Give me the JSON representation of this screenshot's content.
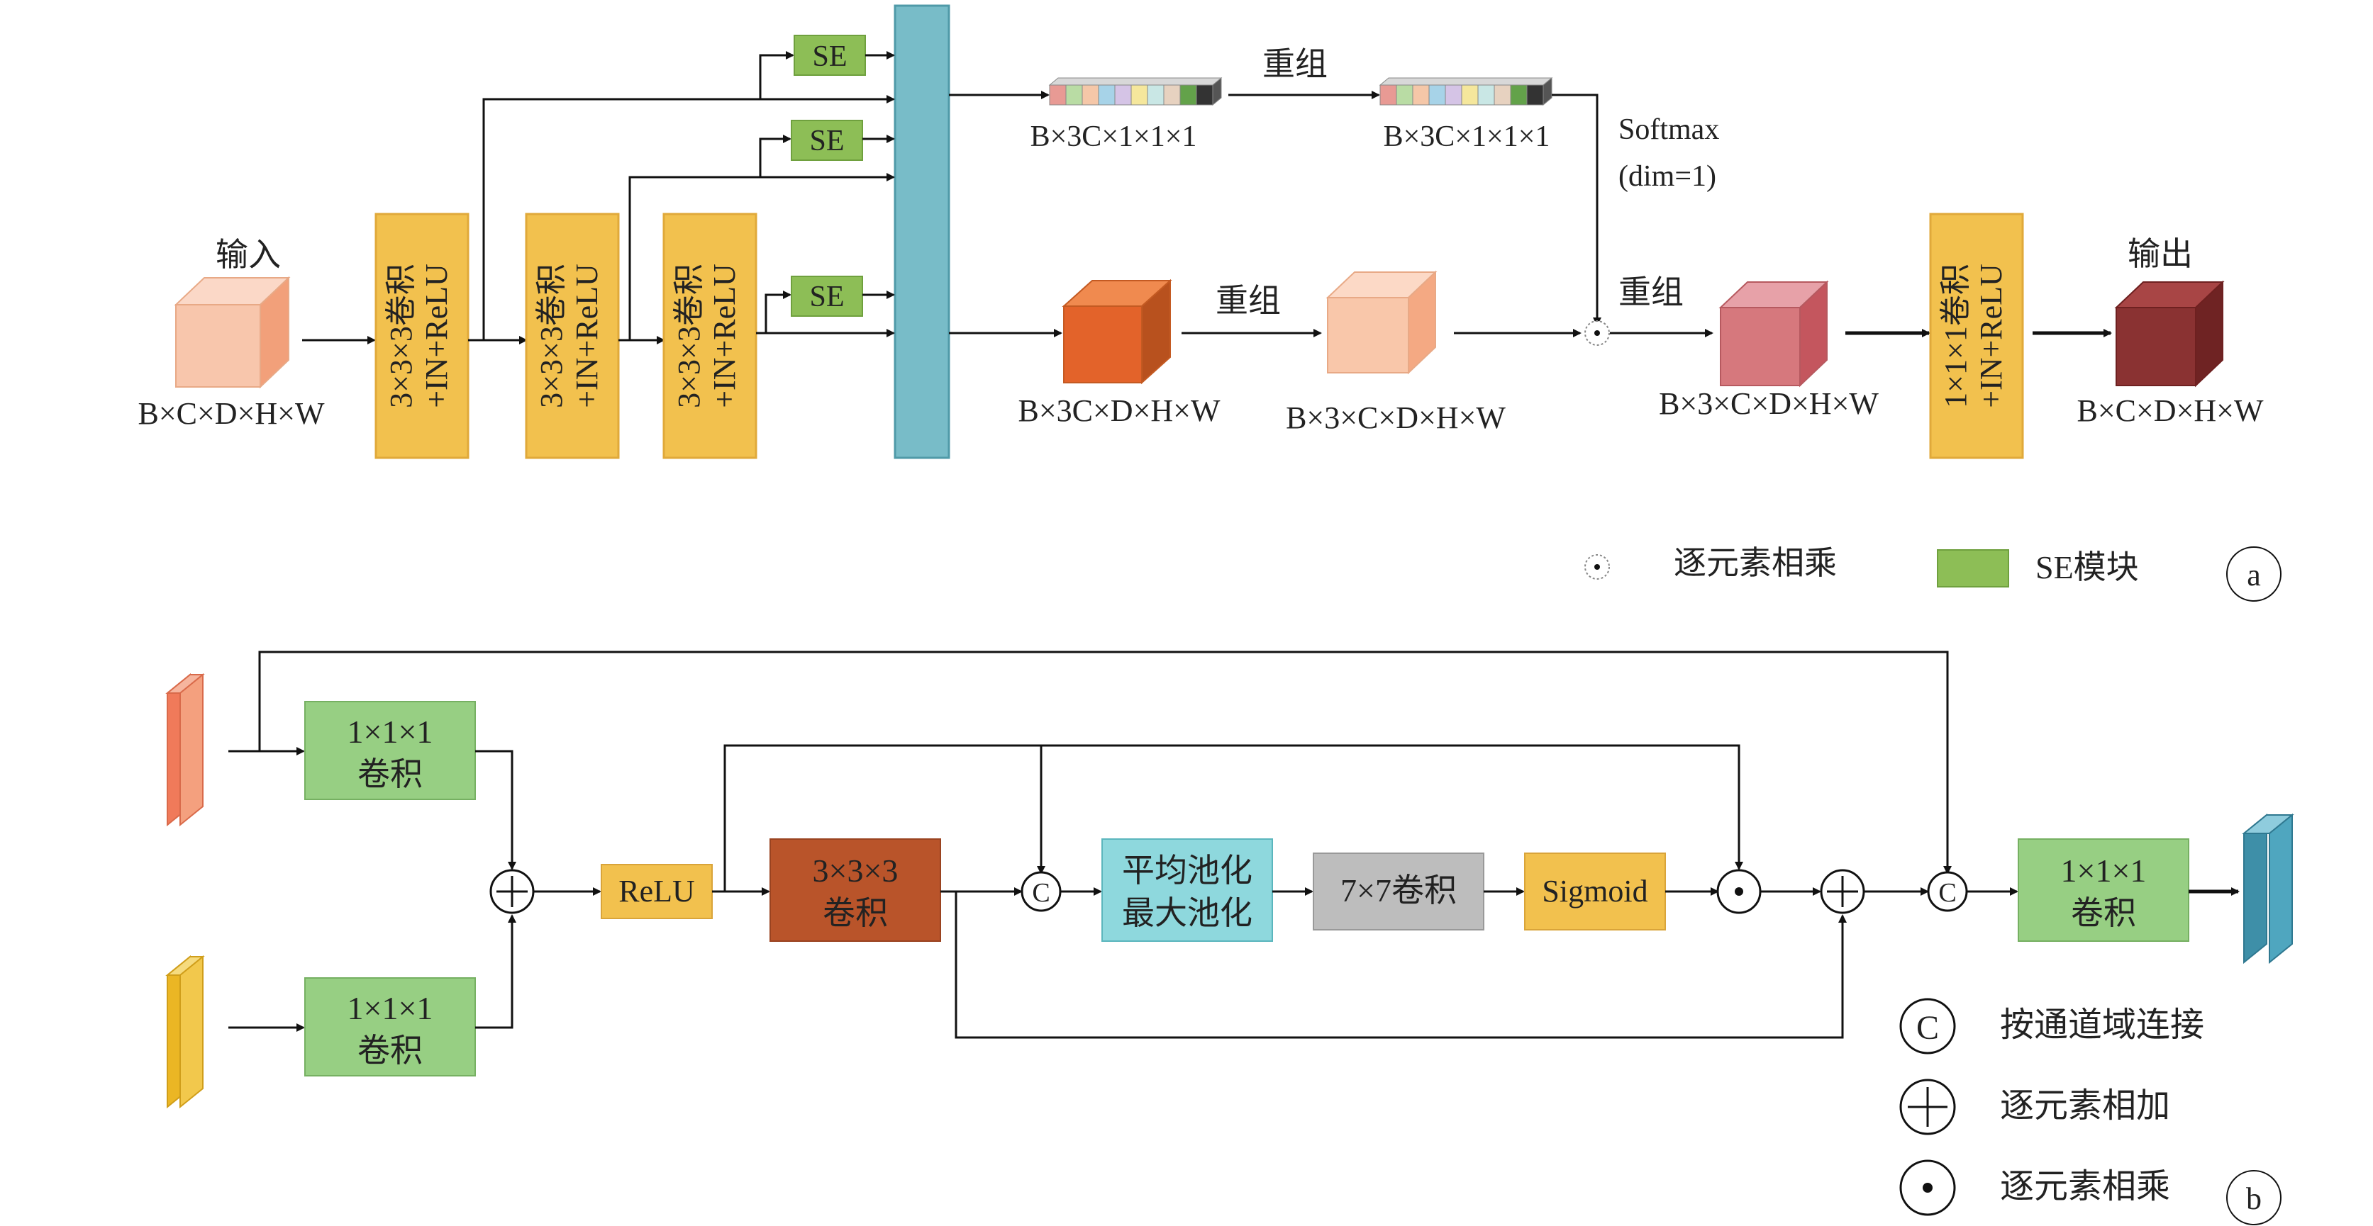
{
  "panel_a": {
    "input_label": "输入",
    "input_shape": "B×C×D×H×W",
    "conv_label_1": "3×3×3卷积",
    "conv_label_2": "+IN+ReLU",
    "se_label": "SE",
    "shape_3c111_left": "B×3C×1×1×1",
    "reshape_top": "重组",
    "shape_3c111_right": "B×3C×1×1×1",
    "softmax_1": "Softmax",
    "softmax_2": "(dim=1)",
    "shape_3cdhw": "B×3C×D×H×W",
    "reshape_mid": "重组",
    "shape_3_c_dhw": "B×3×C×D×H×W",
    "reshape_right": "重组",
    "shape_3_c_dhw_right": "B×3×C×D×H×W",
    "final_conv_1": "1×1×1卷积",
    "final_conv_2": "+IN+ReLU",
    "output_label": "输出",
    "output_shape": "B×C×D×H×W",
    "legend_mul": "逐元素相乘",
    "legend_se": "SE模块",
    "panel_tag": "a"
  },
  "panel_b": {
    "conv1_top_1": "1×1×1",
    "conv1_top_2": "卷积",
    "conv1_bot_1": "1×1×1",
    "conv1_bot_2": "卷积",
    "relu": "ReLU",
    "conv3_1": "3×3×3",
    "conv3_2": "卷积",
    "concat_symbol": "C",
    "pool_1": "平均池化",
    "pool_2": "最大池化",
    "conv7": "7×7卷积",
    "sigmoid": "Sigmoid",
    "conv_out_1": "1×1×1",
    "conv_out_2": "卷积",
    "legend_concat": "按通道域连接",
    "legend_add": "逐元素相加",
    "legend_mul": "逐元素相乘",
    "panel_tag": "b"
  },
  "colors": {
    "conv_yellow": "#F2C14E",
    "se_green": "#8DBE56",
    "teal_bar": "#78BCC8",
    "conv_green": "#97CF83",
    "conv_brown": "#B9542A",
    "pool_cyan": "#8ED8DD",
    "conv_gray": "#BDBDBD",
    "out_maroon": "#8A3232",
    "arrow": "#111111"
  }
}
